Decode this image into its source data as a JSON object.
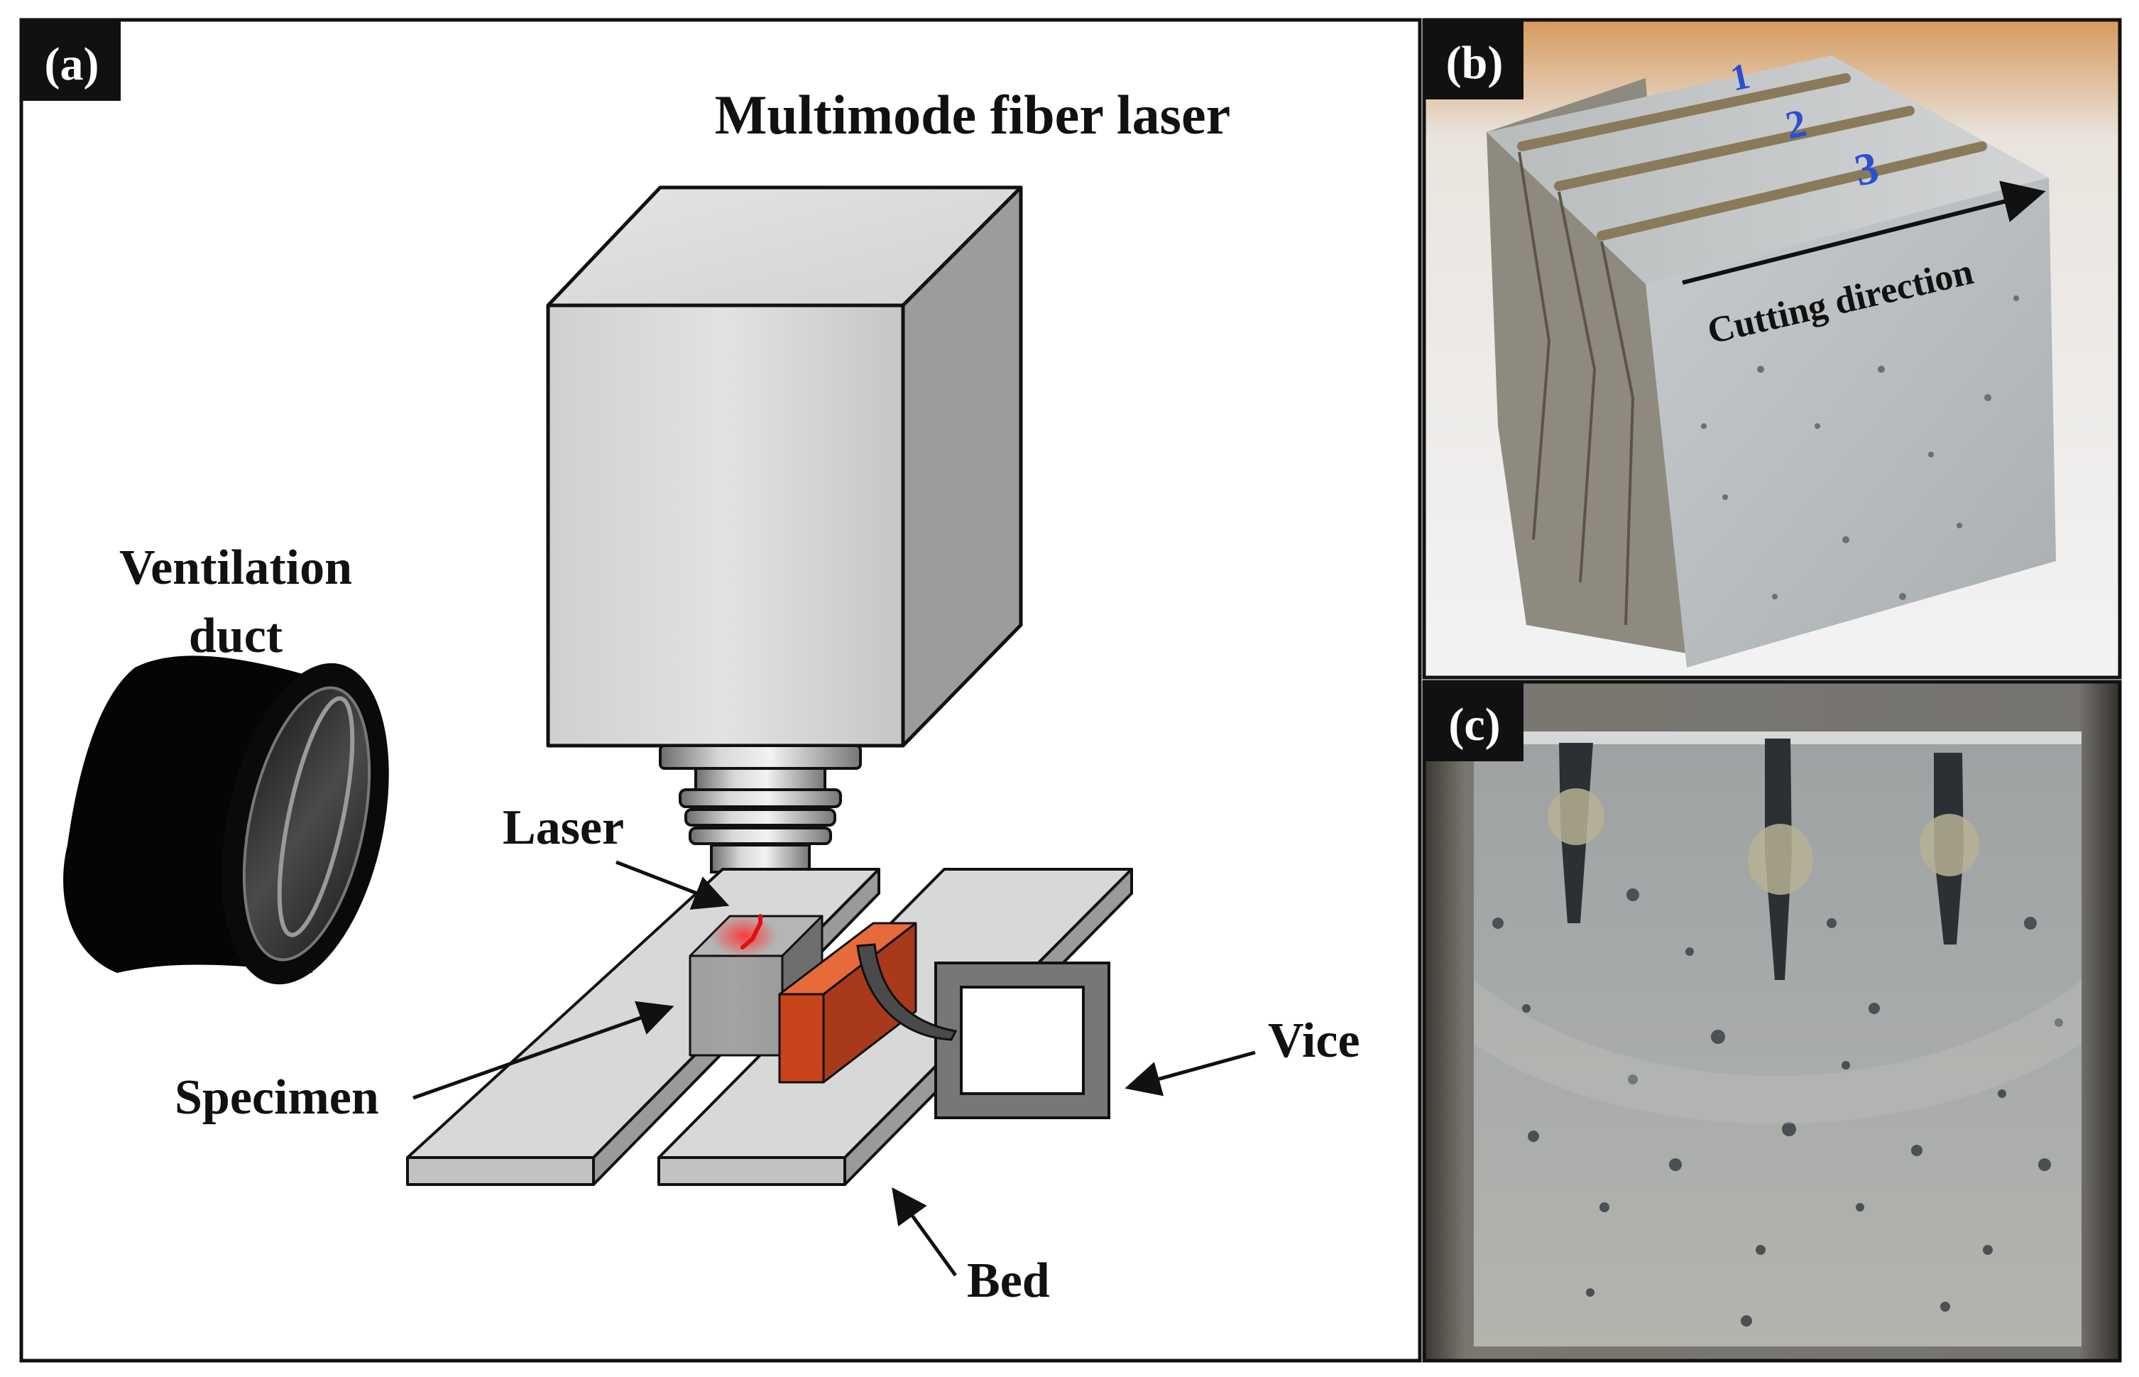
{
  "panels": {
    "a": {
      "tag": "(a)",
      "title": "Multimode fiber laser",
      "labels": {
        "ventilation_line1": "Ventilation",
        "ventilation_line2": "duct",
        "laser": "Laser",
        "specimen": "Specimen",
        "vice": "Vice",
        "bed": "Bed"
      }
    },
    "b": {
      "tag": "(b)",
      "cutting_direction": "Cutting direction",
      "cut_marks": [
        "1",
        "2",
        "3"
      ]
    },
    "c": {
      "tag": "(c)"
    }
  },
  "colors": {
    "tag_background": "#111111",
    "tag_text": "#ffffff",
    "laser_beam": "#e01010",
    "vice_block": "#c8431a",
    "specimen": "#8f8f8f",
    "housing": "#d8d8d8",
    "mark_ink": "#2a4fd0"
  }
}
